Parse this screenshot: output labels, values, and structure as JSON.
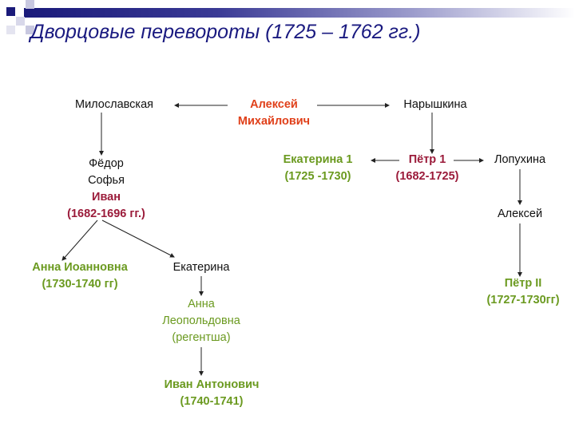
{
  "title": "Дворцовые перевороты (1725 – 1762 гг.)",
  "colors": {
    "ruler_red": "#e0401a",
    "ruler_maroon": "#9b1b3a",
    "ruler_green": "#6b9a20",
    "title": "#1a1a80"
  },
  "nodes": {
    "miloslavskaya": "Милославская",
    "aleksey_mikhailovich": [
      "Алексей",
      "Михайлович"
    ],
    "naryshkina": "Нарышкина",
    "fedor": "Фёдор",
    "sofya": "Софья",
    "ivan": [
      "Иван",
      "(1682-1696 гг.)"
    ],
    "ekaterina1": [
      "Екатерина 1",
      "(1725 -1730)"
    ],
    "petr1": [
      "Пётр 1",
      "(1682-1725)"
    ],
    "lopukhina": "Лопухина",
    "aleksey": "Алексей",
    "petr2": [
      "Пётр II",
      "(1727-1730гг)"
    ],
    "anna_ioannovna": [
      "Анна Иоанновна",
      "(1730-1740 гг)"
    ],
    "ekaterina": "Екатерина",
    "anna_leopoldovna": [
      "Анна",
      "Леопольдовна",
      "(регентша)"
    ],
    "ivan_antonovich": [
      "Иван Антонович",
      "(1740-1741)"
    ]
  }
}
